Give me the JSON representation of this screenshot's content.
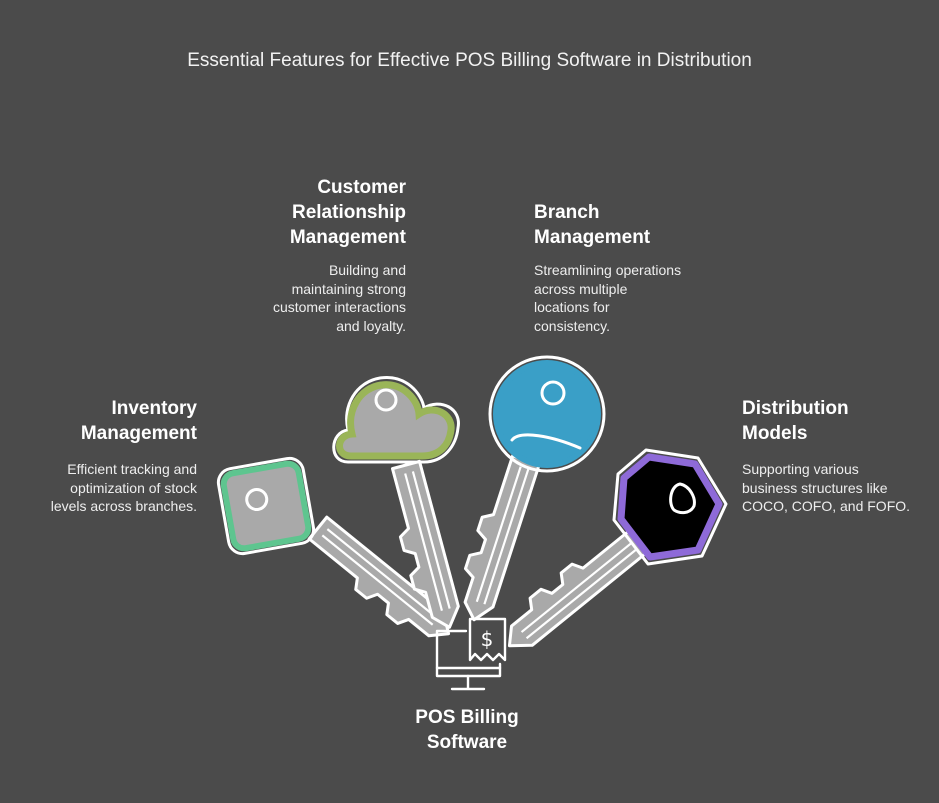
{
  "title": "Essential Features for Effective POS Billing Software in Distribution",
  "center": {
    "label": "POS Billing\nSoftware",
    "icon": "billing-monitor-icon"
  },
  "features": [
    {
      "id": "inventory",
      "heading": "Inventory\nManagement",
      "description": "Efficient tracking and\noptimization of stock\nlevels across branches.",
      "color": "#5ec58f",
      "icon": "key-square-icon"
    },
    {
      "id": "crm",
      "heading": "Customer\nRelationship\nManagement",
      "description": "Building and\nmaintaining strong\ncustomer interactions\nand loyalty.",
      "color": "#9ab558",
      "icon": "key-cloud-icon"
    },
    {
      "id": "branch",
      "heading": "Branch\nManagement",
      "description": "Streamlining operations\nacross multiple\nlocations for\nconsistency.",
      "color": "#3a9fc7",
      "icon": "key-round-icon"
    },
    {
      "id": "distribution",
      "heading": "Distribution\nModels",
      "description": "Supporting various\nbusiness structures like\nCOCO, COFO, and FOFO.",
      "color": "#8e6ad8",
      "icon": "key-hexagon-icon"
    }
  ]
}
